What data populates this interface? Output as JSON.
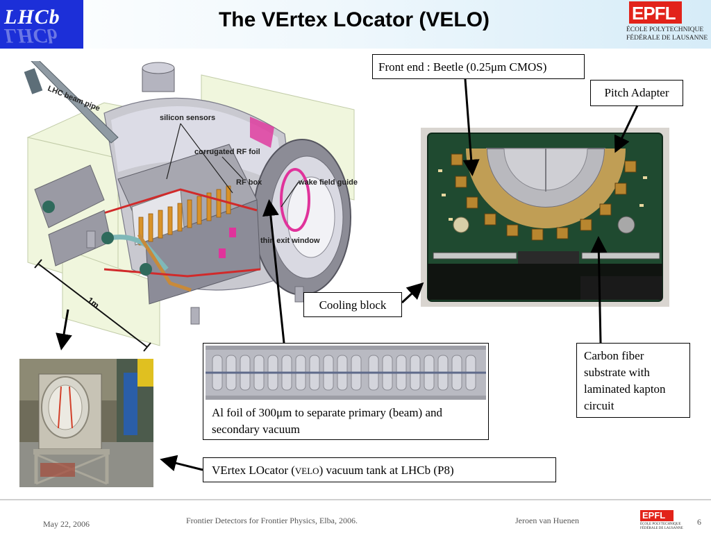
{
  "slide": {
    "title": "The VErtex LOcator (VELO)"
  },
  "logos": {
    "lhcb_text": "LHCb",
    "epfl_mark": "EPFL",
    "epfl_line1": "ÉCOLE POLYTECHNIQUE",
    "epfl_line2": "FÉDÉRALE DE LAUSANNE"
  },
  "diagram": {
    "label_beam_pipe": "LHC beam pipe",
    "label_silicon": "silicon sensors",
    "label_rf_foil": "corrugated RF foil",
    "label_rf_box": "RF box",
    "label_wake": "wake field guide",
    "label_exit": "thin exit window",
    "label_scale": "1m"
  },
  "callouts": {
    "front_end": "Front end : Beetle (0.25μm CMOS)",
    "pitch_adapter": "Pitch Adapter",
    "cooling_block": "Cooling block",
    "carbon_fiber": "Carbon fiber substrate with laminated kapton circuit",
    "al_foil": "Al foil of 300μm to separate primary (beam) and secondary vacuum",
    "tank_prefix": "VErtex LOcator (",
    "tank_velo": "VELO",
    "tank_suffix": ") vacuum tank at LHCb (P8)"
  },
  "footer": {
    "date": "May 22, 2006",
    "conference": "Frontier Detectors for Frontier Physics, Elba, 2006.",
    "author": "Jeroen van Huenen",
    "page": "6"
  },
  "colors": {
    "lhcb_blue": "#1c2fd8",
    "epfl_red": "#e2231a",
    "pcb_green": "#1f4a30",
    "header_gradient_start": "#ffffff",
    "header_gradient_end": "#d6ecf8"
  }
}
